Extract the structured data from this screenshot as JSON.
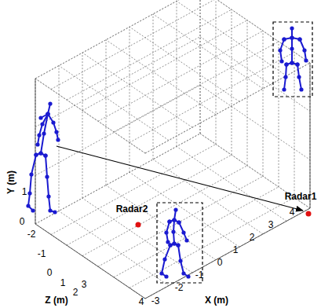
{
  "diagram": {
    "labels": [
      "Y (m)",
      "1",
      "0",
      "-2",
      "-1",
      "0",
      "1",
      "2",
      "3",
      "4",
      "Z (m)",
      "-3",
      "-2",
      "-1",
      "0",
      "1",
      "2",
      "3",
      "4",
      "X (m)",
      "Radar1",
      "Radar2"
    ]
  }
}
